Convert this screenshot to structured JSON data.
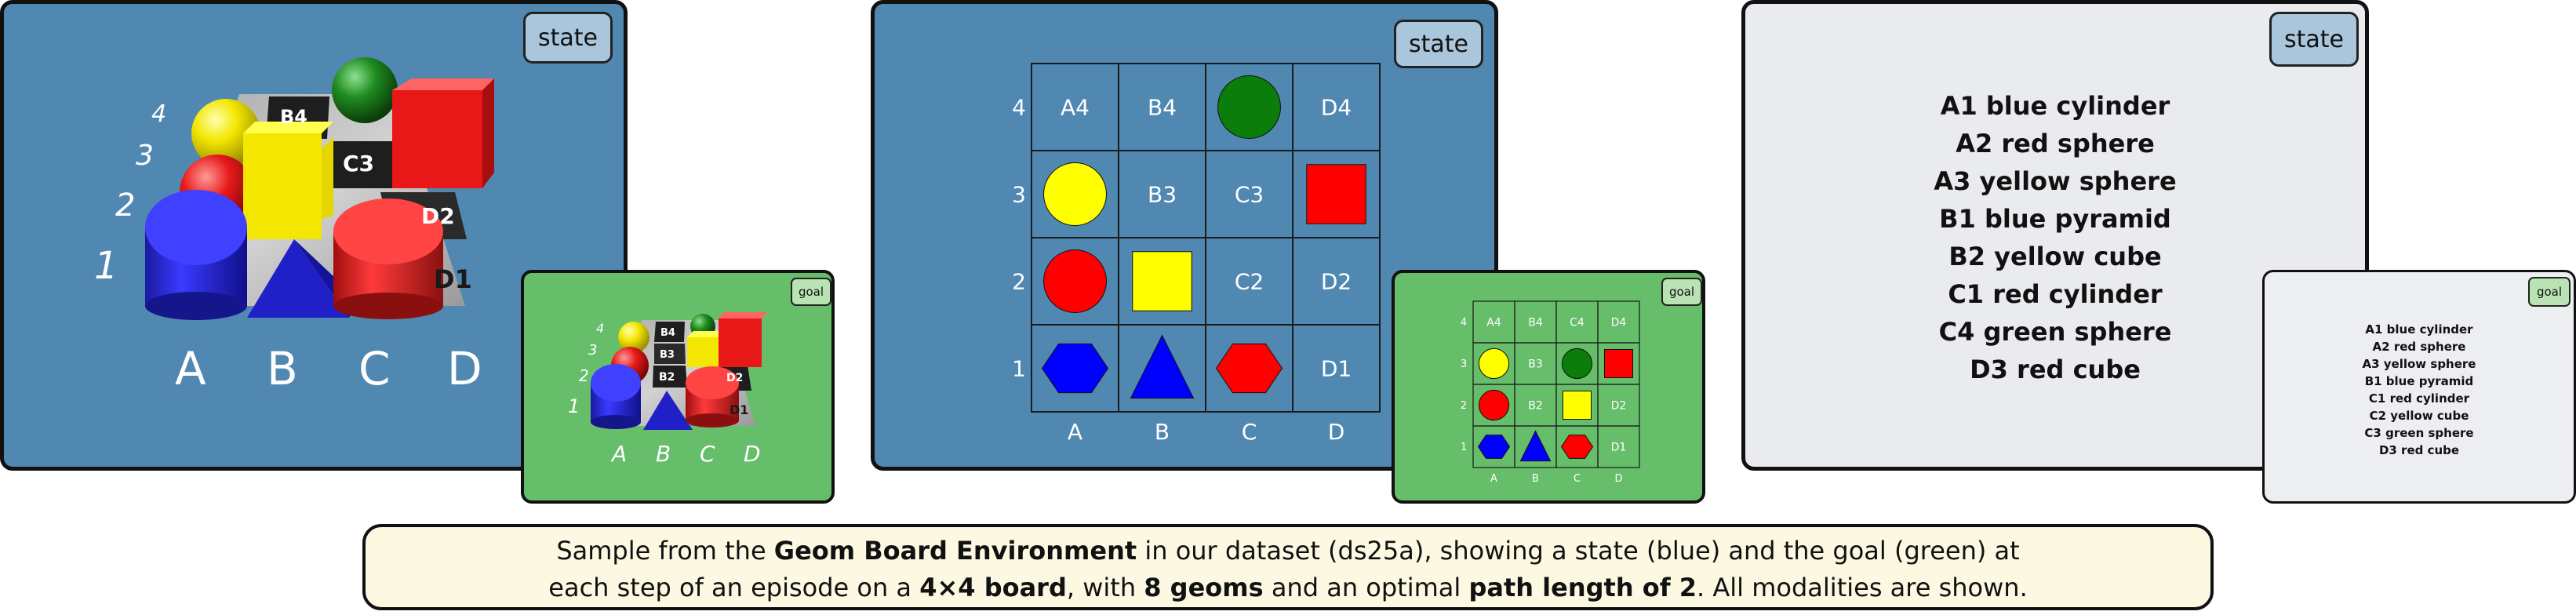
{
  "badges": {
    "state": "state",
    "goal": "goal"
  },
  "render": {
    "row_labels": [
      "1",
      "2",
      "3",
      "4"
    ],
    "col_labels": [
      "A",
      "B",
      "C",
      "D"
    ],
    "state_tiles": [
      "B4",
      "C3",
      "D2",
      "D1"
    ],
    "goal_tiles": [
      "B4",
      "B3",
      "B2",
      "D2",
      "D1"
    ]
  },
  "state_grid": {
    "rows": [
      "4",
      "3",
      "2",
      "1"
    ],
    "cols": [
      "A",
      "B",
      "C",
      "D"
    ],
    "cells": [
      [
        "A4",
        "B4",
        "",
        "D4"
      ],
      [
        "",
        "B3",
        "C3",
        ""
      ],
      [
        "",
        "",
        "C2",
        "D2"
      ],
      [
        "",
        "",
        "",
        "D1"
      ]
    ],
    "shapes": [
      {
        "col": 2,
        "row": 0,
        "shape": "circle",
        "color": "#0b7d0b"
      },
      {
        "col": 0,
        "row": 1,
        "shape": "circle",
        "color": "#ffff00"
      },
      {
        "col": 3,
        "row": 1,
        "shape": "square",
        "color": "#ff0000"
      },
      {
        "col": 0,
        "row": 2,
        "shape": "circle",
        "color": "#ff0000"
      },
      {
        "col": 1,
        "row": 2,
        "shape": "square",
        "color": "#ffff00"
      },
      {
        "col": 0,
        "row": 3,
        "shape": "hexagon",
        "color": "#0000ff"
      },
      {
        "col": 1,
        "row": 3,
        "shape": "triangle",
        "color": "#0000ff"
      },
      {
        "col": 2,
        "row": 3,
        "shape": "hexagon",
        "color": "#ff0000"
      }
    ]
  },
  "goal_grid": {
    "rows": [
      "4",
      "3",
      "2",
      "1"
    ],
    "cols": [
      "A",
      "B",
      "C",
      "D"
    ],
    "cells": [
      [
        "A4",
        "B4",
        "C4",
        "D4"
      ],
      [
        "",
        "B3",
        "",
        ""
      ],
      [
        "",
        "B2",
        "",
        "D2"
      ],
      [
        "",
        "",
        "",
        "D1"
      ]
    ],
    "shapes": [
      {
        "col": 0,
        "row": 1,
        "shape": "circle",
        "color": "#ffff00"
      },
      {
        "col": 2,
        "row": 1,
        "shape": "circle",
        "color": "#0b7d0b"
      },
      {
        "col": 3,
        "row": 1,
        "shape": "square",
        "color": "#ff0000"
      },
      {
        "col": 0,
        "row": 2,
        "shape": "circle",
        "color": "#ff0000"
      },
      {
        "col": 2,
        "row": 2,
        "shape": "square",
        "color": "#ffff00"
      },
      {
        "col": 0,
        "row": 3,
        "shape": "hexagon",
        "color": "#0000ff"
      },
      {
        "col": 1,
        "row": 3,
        "shape": "triangle",
        "color": "#0000ff"
      },
      {
        "col": 2,
        "row": 3,
        "shape": "hexagon",
        "color": "#ff0000"
      }
    ]
  },
  "state_text": [
    "A1 blue cylinder",
    "A2 red sphere",
    "A3 yellow sphere",
    "B1 blue pyramid",
    "B2 yellow cube",
    "C1 red cylinder",
    "C4 green sphere",
    "D3 red cube"
  ],
  "goal_text": [
    "A1 blue cylinder",
    "A2 red sphere",
    "A3 yellow sphere",
    "B1 blue pyramid",
    "C1 red cylinder",
    "C2 yellow cube",
    "C3 green sphere",
    "D3 red cube"
  ],
  "caption": {
    "l1_a": "Sample from the ",
    "l1_b": "Geom Board Environment",
    "l1_c": " in our dataset (ds25a), showing a state (blue) and the goal (green) at",
    "l2_a": "each step of an episode on a ",
    "l2_b": "4×4 board",
    "l2_c": ", with ",
    "l2_d": "8 geoms",
    "l2_e": " and an optimal ",
    "l2_f": "path length of 2",
    "l2_g": ". All modalities are shown."
  }
}
